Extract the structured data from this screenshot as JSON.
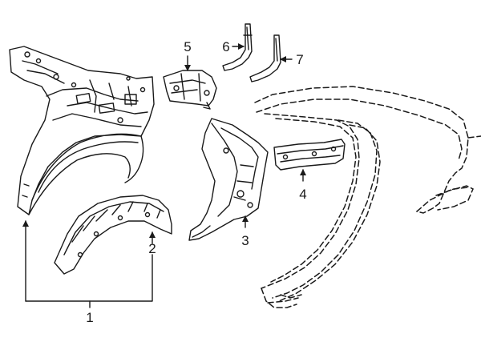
{
  "colors": {
    "line": "#1a1a1a",
    "background": "#ffffff"
  },
  "callouts": {
    "c1": "1",
    "c2": "2",
    "c3": "3",
    "c4": "4",
    "c5": "5",
    "c6": "6",
    "c7": "7"
  }
}
